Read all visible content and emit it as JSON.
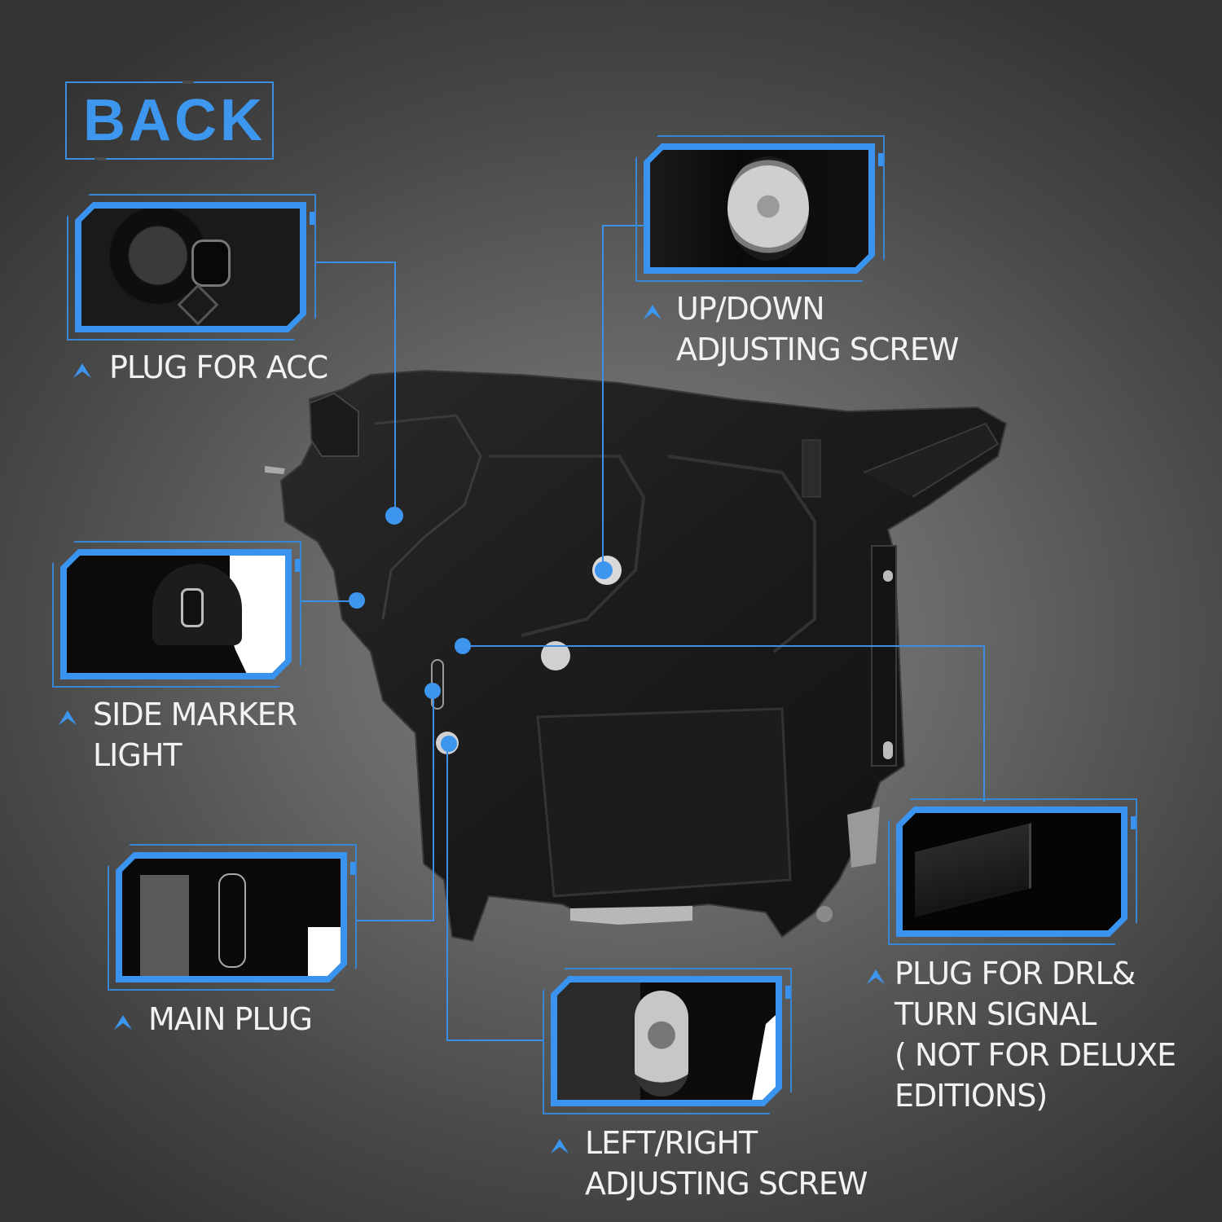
{
  "header": {
    "title": "BACK"
  },
  "accent_color": "#3993ef",
  "callouts": [
    {
      "id": "plug-for-acc",
      "lines": [
        "PLUG FOR ACC"
      ],
      "icon": "chevron-up-icon"
    },
    {
      "id": "up-down-adjusting-screw",
      "lines": [
        "UP/DOWN",
        "ADJUSTING SCREW"
      ],
      "icon": "chevron-up-icon"
    },
    {
      "id": "side-marker-light",
      "lines": [
        "SIDE MARKER",
        "LIGHT"
      ],
      "icon": "chevron-up-icon"
    },
    {
      "id": "main-plug",
      "lines": [
        "MAIN PLUG"
      ],
      "icon": "chevron-up-icon"
    },
    {
      "id": "plug-for-drl-turn-signal",
      "lines": [
        "PLUG FOR DRL&",
        "TURN SIGNAL",
        "( NOT FOR DELUXE",
        "EDITIONS)"
      ],
      "icon": "chevron-up-icon"
    },
    {
      "id": "left-right-adjusting-screw",
      "lines": [
        "LEFT/RIGHT",
        "ADJUSTING SCREW"
      ],
      "icon": "chevron-up-icon"
    }
  ]
}
